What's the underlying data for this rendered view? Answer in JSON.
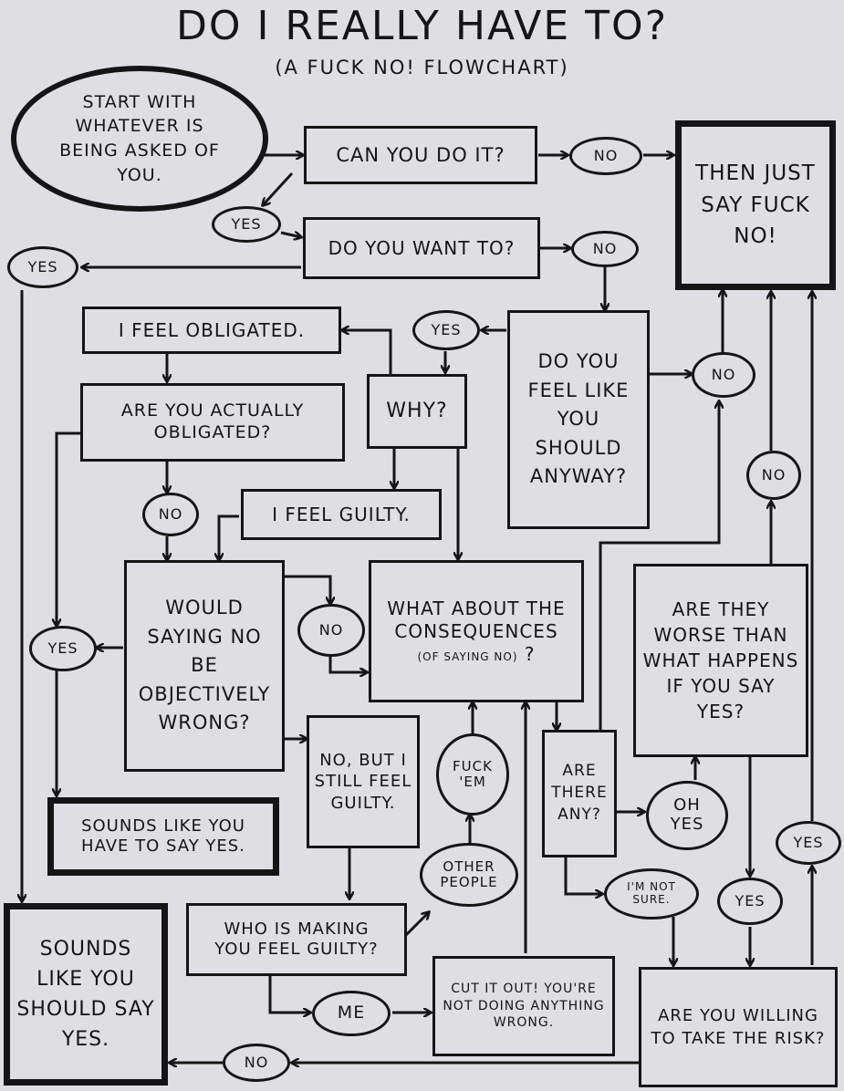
{
  "title": "Do I really have to?",
  "subtitle": "(A Fuck No! Flowchart)",
  "nodes": {
    "start": "Start with whatever is being asked of you.",
    "can_you": "Can you do it?",
    "no_1": "No",
    "just_say": "Then just say Fuck No!",
    "yes_1": "Yes",
    "want_to": "Do you want to?",
    "no_2": "No",
    "yes_left": "Yes",
    "obligated": "I feel obligated.",
    "yes_2": "Yes",
    "feel_should": "Do you feel like you should anyway?",
    "no_3": "No",
    "actually_obligated": "Are you actually obligated?",
    "why": "Why?",
    "no_4": "No",
    "no_5": "No",
    "feel_guilty": "I feel guilty.",
    "would_saying": "Would saying no be objectively wrong?",
    "no_6": "No",
    "consequences": "What about the consequences",
    "consequences_small": "(of saying no)",
    "consequences_q": "?",
    "worse": "Are they worse than what happens if you say yes?",
    "yes_3": "Yes",
    "no_but": "No, but I still feel guilty.",
    "fuck_em": "Fuck 'em",
    "are_there": "Are there any?",
    "oh_yes": "Oh yes",
    "sounds_have": "Sounds like you have to say yes.",
    "other_people": "Other people",
    "not_sure": "I'm not sure.",
    "yes_4": "Yes",
    "yes_5": "Yes",
    "who_making": "Who is making you feel guilty?",
    "sounds_should": "Sounds like you should say yes.",
    "me": "Me",
    "cut_out": "Cut it out! You're not doing anything wrong.",
    "willing": "Are you willing to take the risk?",
    "no_7": "No"
  }
}
